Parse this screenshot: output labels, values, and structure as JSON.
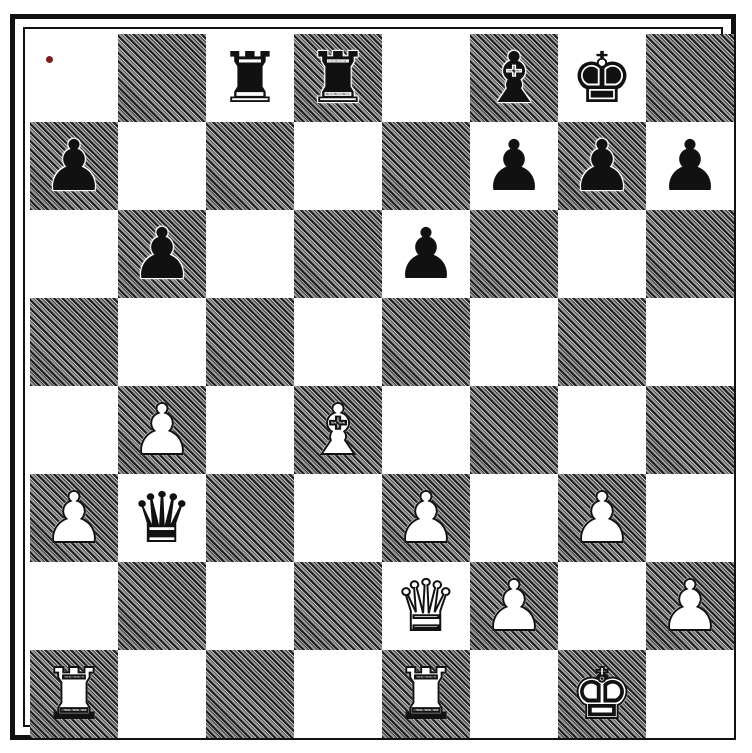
{
  "board": {
    "ranks": [
      [
        "",
        "",
        "r",
        "r",
        "",
        "b",
        "k",
        ""
      ],
      [
        "p",
        "",
        "",
        "",
        "",
        "p",
        "p",
        "p"
      ],
      [
        "",
        "p",
        "",
        "",
        "p",
        "",
        "",
        ""
      ],
      [
        "",
        "",
        "",
        "",
        "",
        "",
        "",
        ""
      ],
      [
        "",
        "P",
        "",
        "B",
        "",
        "",
        "",
        ""
      ],
      [
        "P",
        "q",
        "",
        "",
        "P",
        "",
        "P",
        ""
      ],
      [
        "",
        "",
        "",
        "",
        "Q",
        "P",
        "",
        "P"
      ],
      [
        "R",
        "",
        "",
        "",
        "R",
        "",
        "K",
        ""
      ]
    ],
    "light_color": "#ffffff",
    "dark_color": "#8f8f8f"
  }
}
